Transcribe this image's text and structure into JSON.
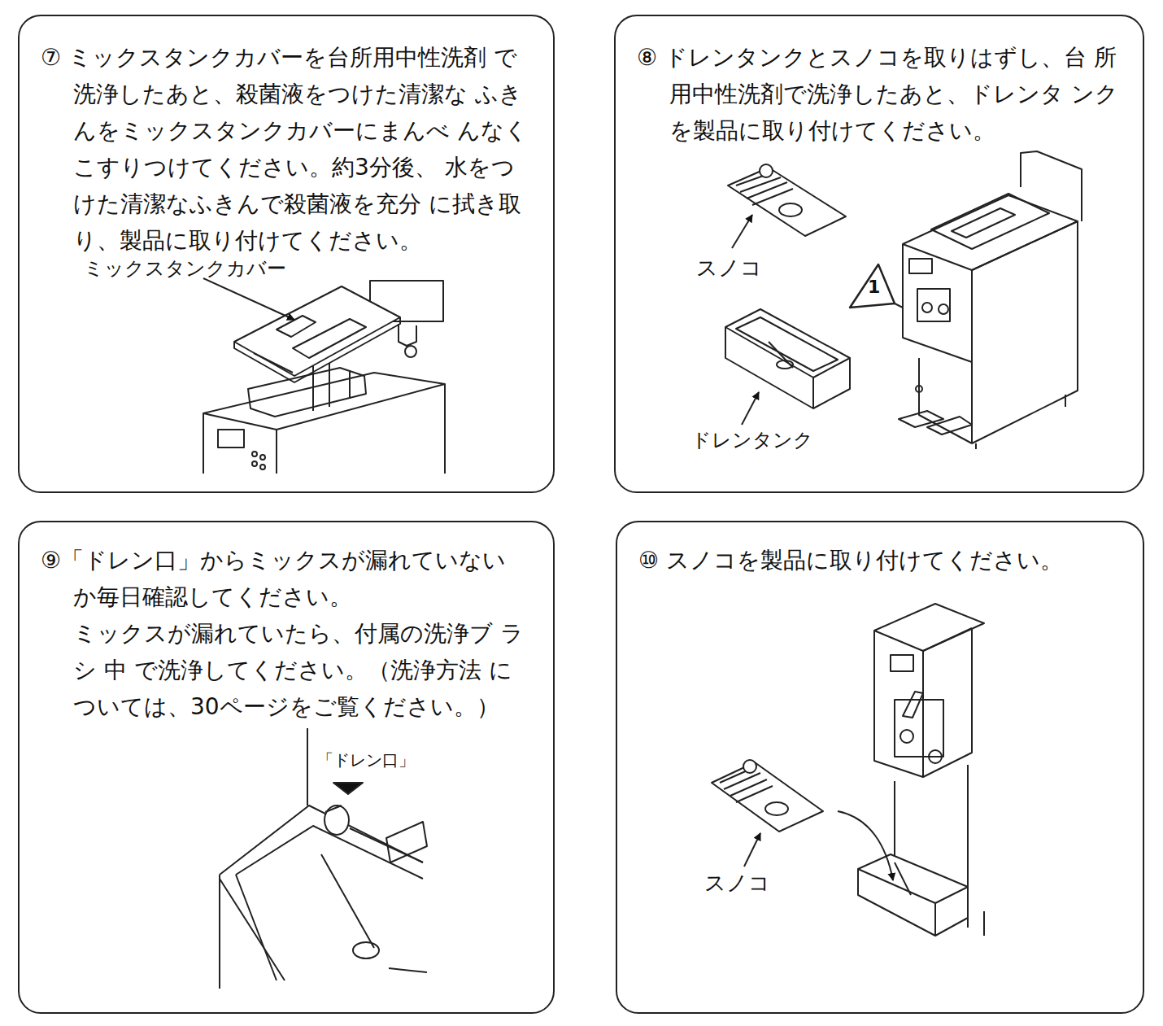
{
  "diagram": {
    "nodes": [
      {
        "text": [
          "⑦ ミックスタンクカバーを台所用中性洗剤 で洗浄したあと、殺菌液をつけた清潔な ふきんをミックスタンクカバーにまんべ んなくこすりつけてください。約3分後、 水をつけた清潔なふきんで殺菌液を充分 に拭き取り、製品に取り付けてください。"
        ]
      },
      {
        "text": [
          "⑧ ドレンタンクとスノコを取りはずし、台 所用中性洗剤で洗浄したあと、ドレンタ ンクを製品に取り付けてください。"
        ]
      },
      {
        "text": [
          "⑨「ドレン口」からミックスが漏れていない か毎日確認してください。",
          "ミックスが漏れていたら、付属の洗浄ブ ラシ 中 で洗浄してください。（洗浄方法 については、30ページをご覧ください。）"
        ]
      },
      {
        "text": [
          "⑩ スノコを製品に取り付けてください。"
        ]
      }
    ],
    "labels": [
      "ミックスタンクカバー",
      "スノコ",
      "ドレンタンク",
      "1",
      "「ドレン口」",
      "スノコ"
    ]
  }
}
